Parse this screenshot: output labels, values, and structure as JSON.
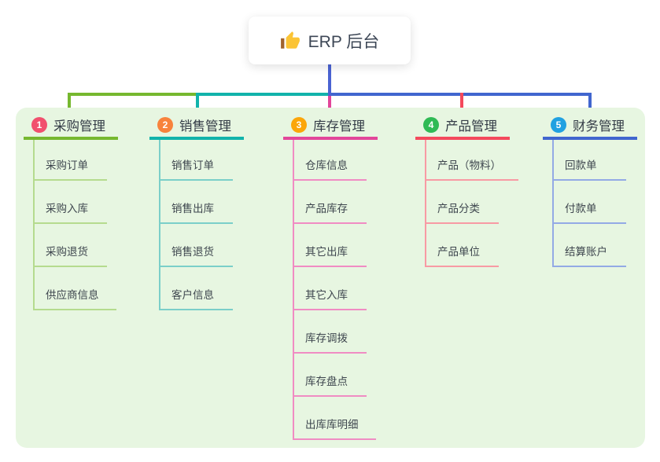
{
  "root": {
    "label": "ERP 后台",
    "icon": "thumbs-up-icon"
  },
  "colors": {
    "panel_bg": "#e7f6e1",
    "root_line": "#4a63d2",
    "root_text": "#3d4756",
    "header_text": "#333b46",
    "child_text": "#3e464e",
    "thumb_hand": "#fbc435",
    "thumb_cuff": "#a0622d"
  },
  "branches": [
    {
      "num": "1",
      "label": "采购管理",
      "badge_color": "#f1506e",
      "line_color": "#76b82f",
      "light_color": "#b5db8e",
      "children": [
        "采购订单",
        "采购入库",
        "采购退货",
        "供应商信息"
      ]
    },
    {
      "num": "2",
      "label": "销售管理",
      "badge_color": "#f8833c",
      "line_color": "#11b3ab",
      "light_color": "#7bcfc9",
      "children": [
        "销售订单",
        "销售出库",
        "销售退货",
        "客户信息"
      ]
    },
    {
      "num": "3",
      "label": "库存管理",
      "badge_color": "#fba60a",
      "line_color": "#e2469a",
      "light_color": "#f08cc3",
      "children": [
        "仓库信息",
        "产品库存",
        "其它出库",
        "其它入库",
        "库存调拨",
        "库存盘点",
        "出库库明细"
      ]
    },
    {
      "num": "4",
      "label": "产品管理",
      "badge_color": "#2fba55",
      "line_color": "#f4495c",
      "light_color": "#f89aa4",
      "children": [
        "产品（物料）",
        "产品分类",
        "产品单位"
      ]
    },
    {
      "num": "5",
      "label": "财务管理",
      "badge_color": "#21a1e1",
      "line_color": "#4166cf",
      "light_color": "#93aae5",
      "children": [
        "回款单",
        "付款单",
        "结算账户"
      ]
    }
  ]
}
